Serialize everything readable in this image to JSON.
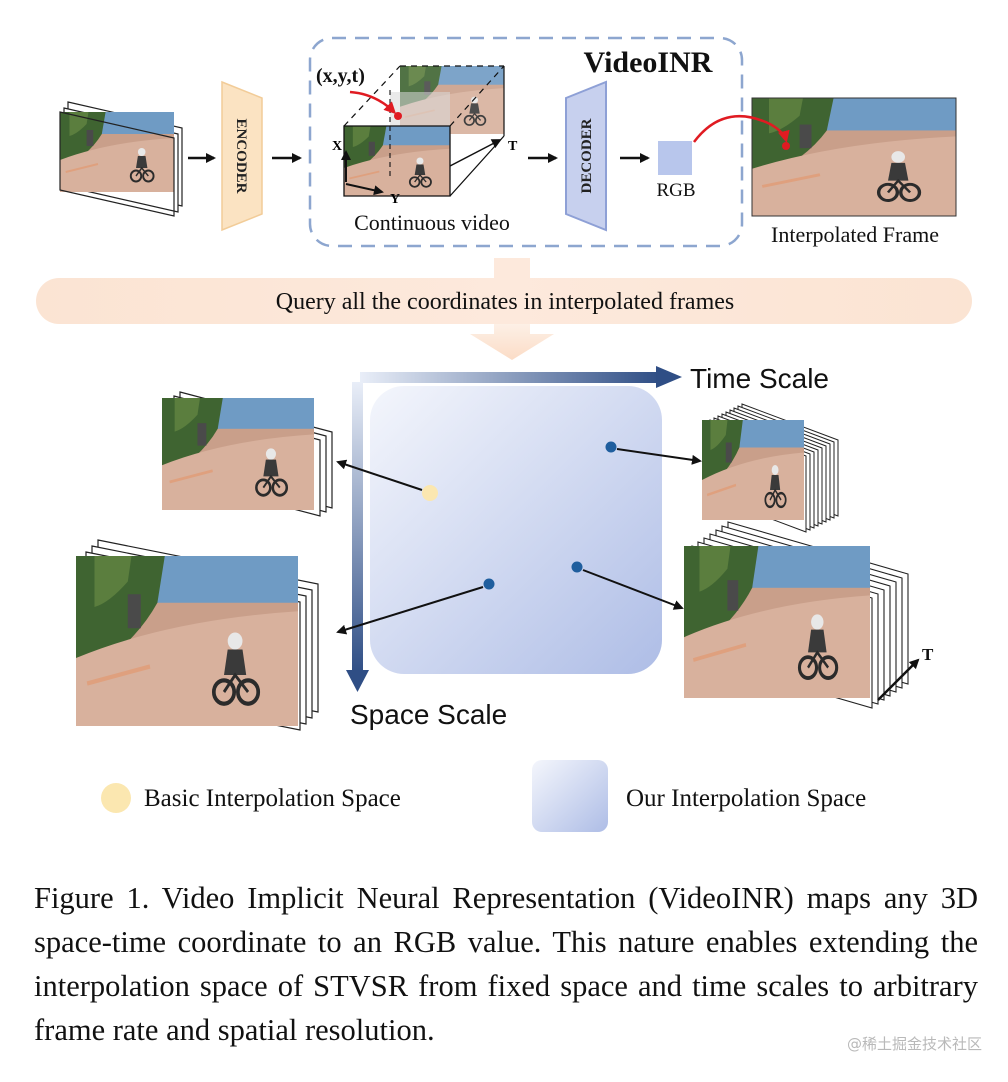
{
  "figure": {
    "videoinr_title": "VideoINR",
    "coord_label": "(x,y,t)",
    "axis_x": "X",
    "axis_y": "Y",
    "axis_t": "T",
    "encoder_label": "ENCODER",
    "decoder_label": "DECODER",
    "continuous_video_label": "Continuous video",
    "rgb_label": "RGB",
    "interpolated_frame_label": "Interpolated Frame",
    "query_banner": "Query all the coordinates in interpolated frames",
    "time_scale_label": "Time Scale",
    "space_scale_label": "Space Scale",
    "t_axis_label": "T",
    "legend": {
      "basic": "Basic Interpolation Space",
      "ours": "Our Interpolation Space"
    },
    "colors": {
      "encoder_fill": "#fbe3c2",
      "decoder_fill": "#c7d0ee",
      "axis_blue": "#3f5a8f",
      "dot_blue": "#1f5e9e",
      "dot_yellow": "#fbe7b0",
      "banner_fill": "#fde7d6",
      "red": "#e01b22"
    }
  },
  "caption": "Figure 1. Video Implicit Neural Representation (VideoINR) maps any 3D space-time coordinate to an RGB value. This nature enables extending the interpolation space of STVSR from fixed space and time scales to arbitrary frame rate and spatial resolution.",
  "watermark": "@稀土掘金技术社区"
}
